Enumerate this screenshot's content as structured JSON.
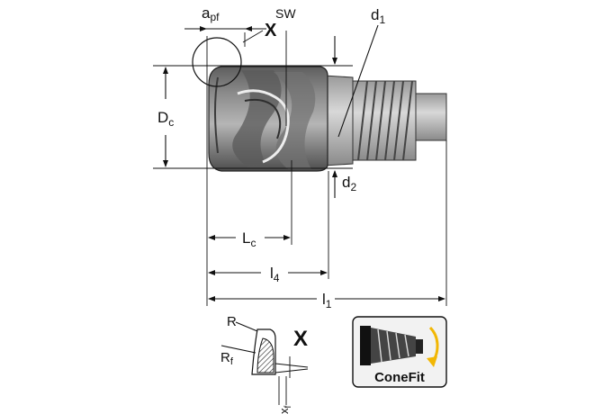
{
  "labels": {
    "a_pf_main": "a",
    "a_pf_sub": "pf",
    "detail_marker": "X",
    "sw": "SW",
    "d1_main": "d",
    "d1_sub": "1",
    "dc_main": "D",
    "dc_sub": "c",
    "d2_main": "d",
    "d2_sub": "2",
    "lc_main": "L",
    "lc_sub": "c",
    "l4_main": "l",
    "l4_sub": "4",
    "l1_main": "l",
    "l1_sub": "1",
    "r": "R",
    "rf_main": "R",
    "rf_sub": "f",
    "detail_title": "X",
    "xf_main": "x",
    "xf_sub": "f",
    "conefit": "ConeFit"
  },
  "colors": {
    "line": "#111111",
    "body_dark": "#6f6f6f",
    "body_mid": "#9a9a9a",
    "body_light": "#d0d0d0",
    "shank": "#c8c8c8",
    "arrow_accent": "#f2b705",
    "badge_bg": "#f2f2f2"
  },
  "icons": {
    "conefit_badge": "conefit-thread-icon",
    "rotation_arrow": "rotation-arrow-icon"
  }
}
